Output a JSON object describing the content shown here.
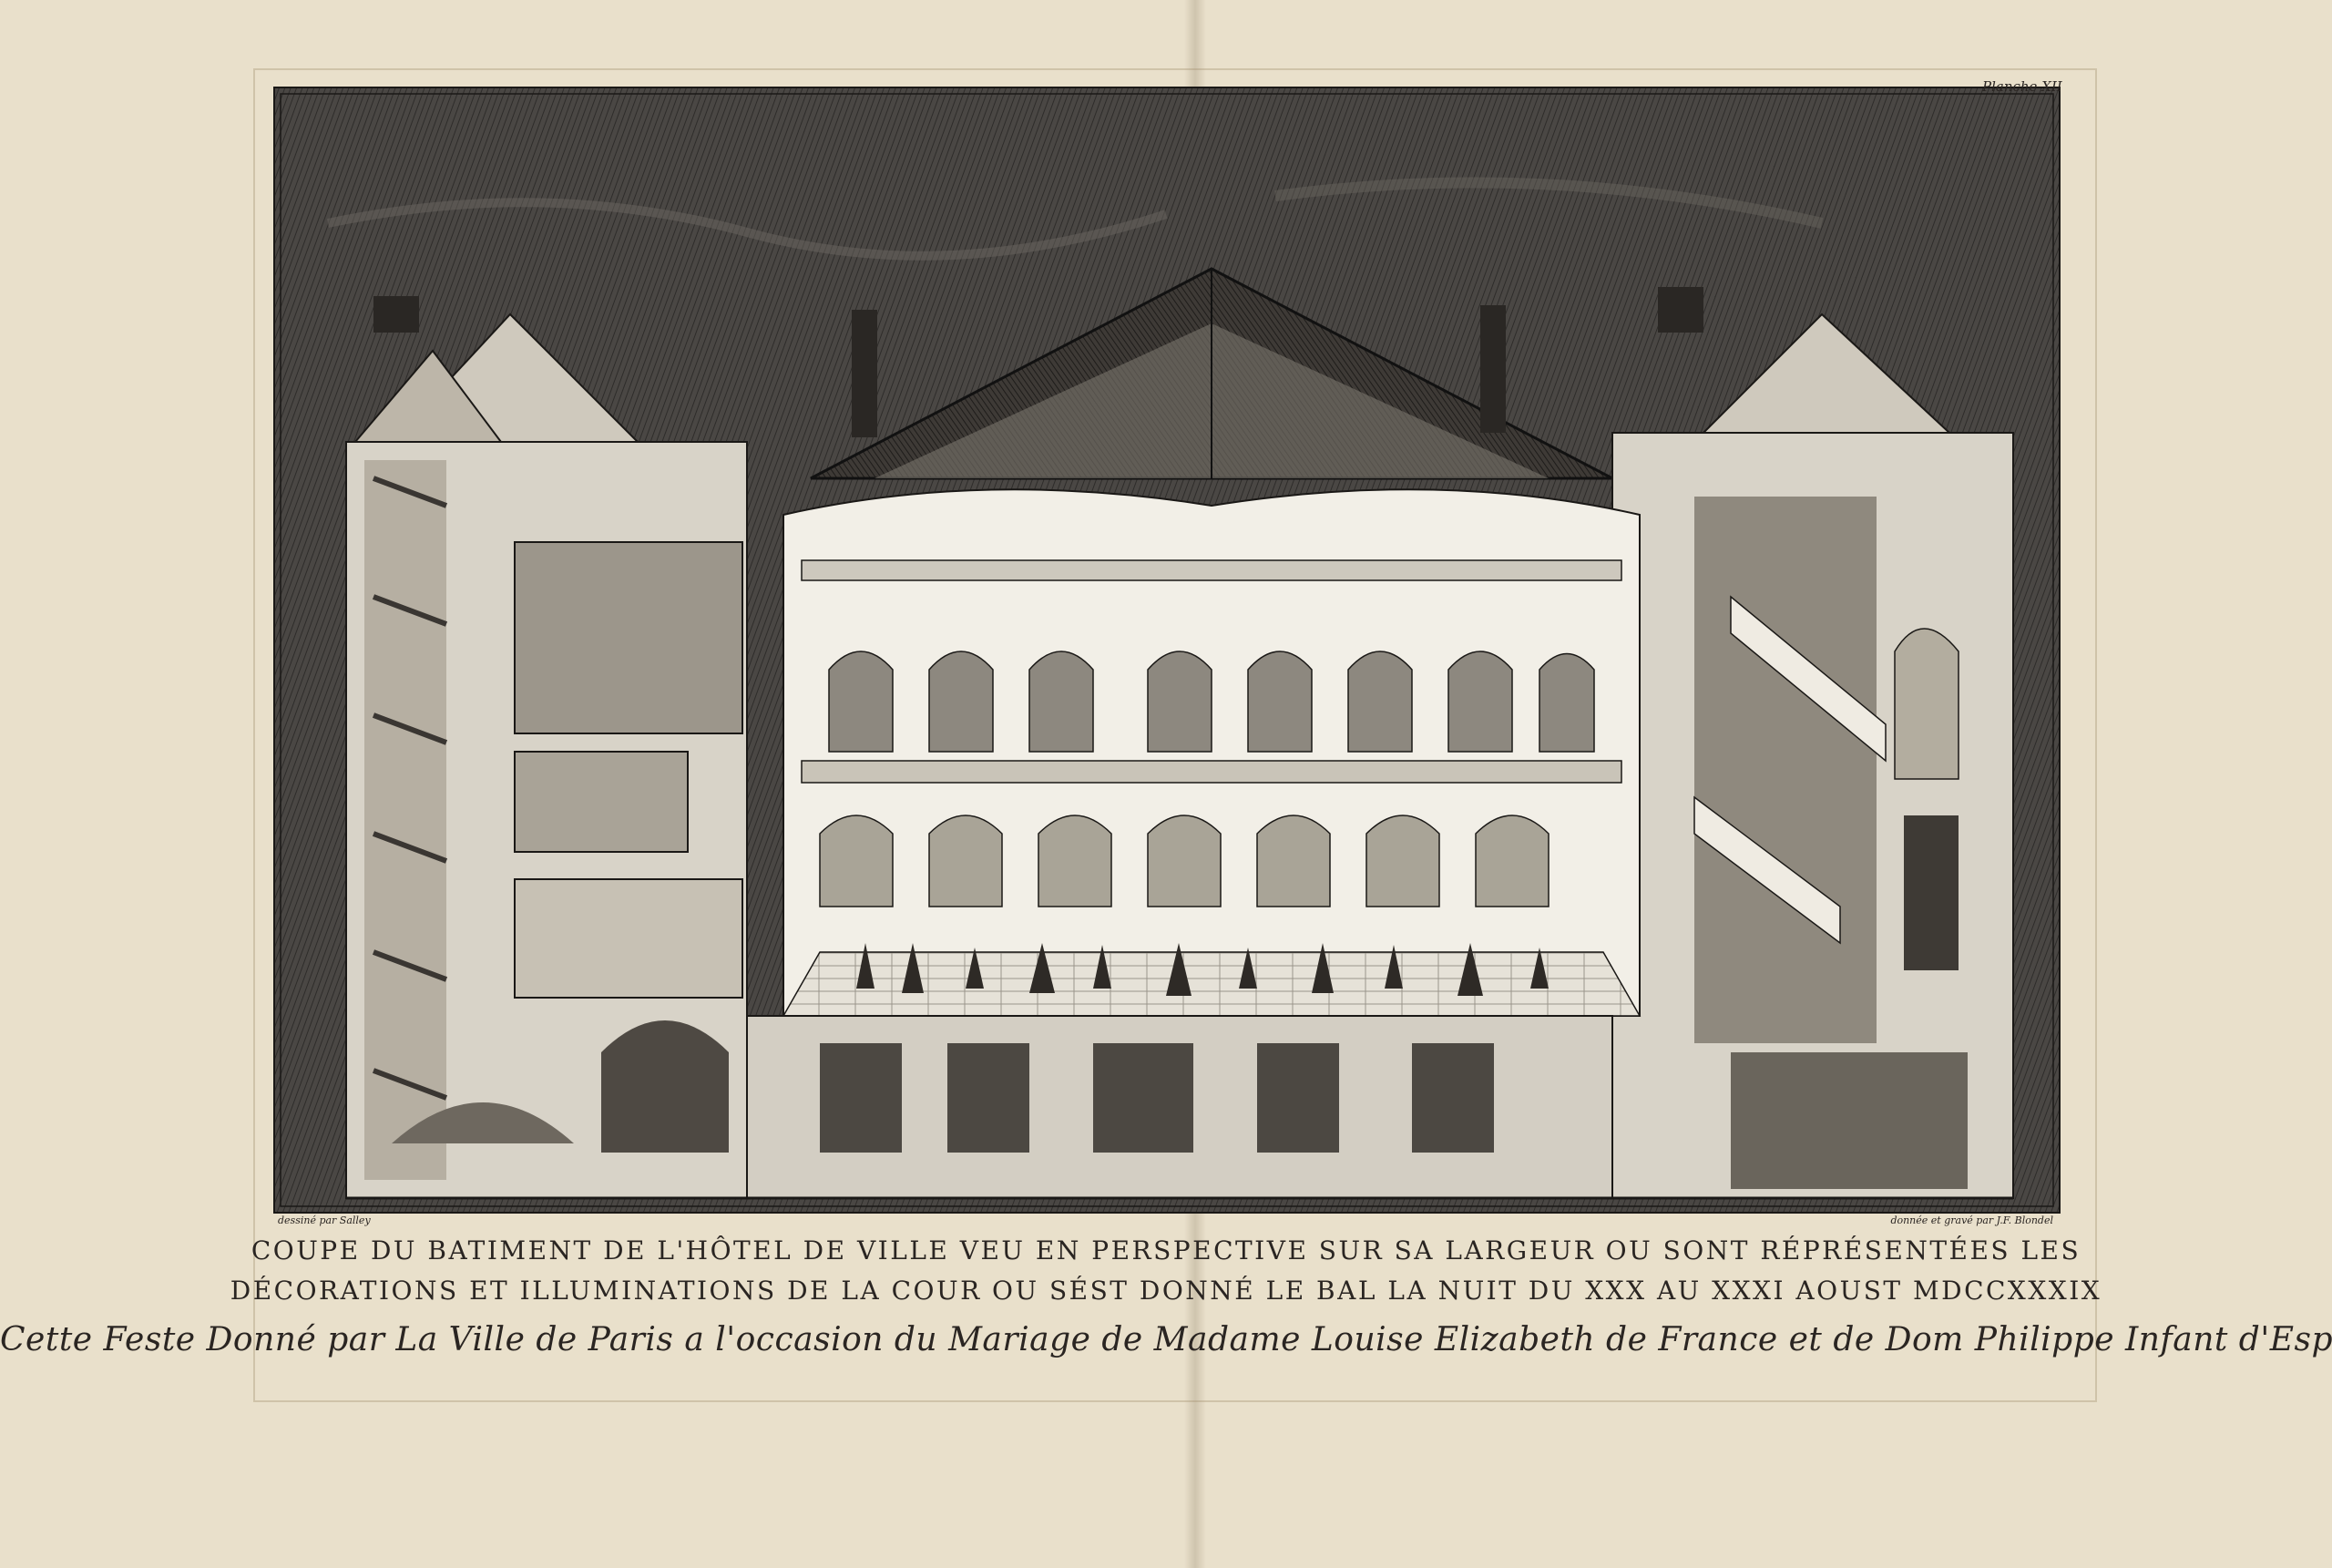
{
  "plate": {
    "number_label": "Planche XII",
    "credit_left": "dessiné par Salley",
    "credit_right": "donnée et gravé par J.F. Blondel"
  },
  "caption": {
    "line1": "COUPE DU BATIMENT DE L'HÔTEL DE VILLE VEU EN PERSPECTIVE SUR SA LARGEUR OU SONT RÉPRÉSENTÉES LES",
    "line2": "DÉCORATIONS ET ILLUMINATIONS DE LA COUR OU SÉST DONNÉ LE BAL LA NUIT DU XXX AU XXXI AOUST MDCCXXXIX",
    "subtitle": "Cette Feste Donné par La Ville de Paris a l'occasion du Mariage de Madame Louise Elizabeth de France et de Dom Philippe Infant d'Espagne."
  },
  "colors": {
    "paper": "#e9e0cb",
    "ink": "#2a2522",
    "sky": "#4a4744",
    "building_light": "#d8d3c8",
    "building_shade": "#8a857c",
    "interior_dark": "#3a3632"
  }
}
